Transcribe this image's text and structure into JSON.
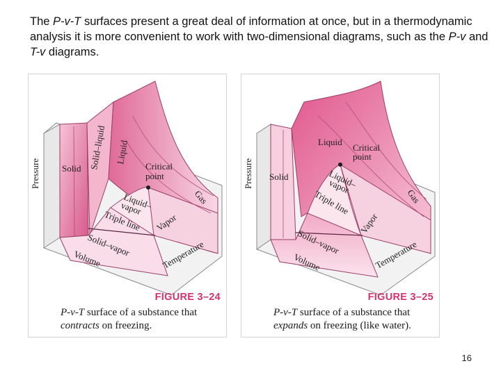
{
  "slide": {
    "intro": {
      "t1": "The ",
      "t2": "P-v-T",
      "t3": " surfaces present a great deal of information at once, but in a thermodynamic analysis it is more convenient to work with two-dimensional diagrams, such as the ",
      "t4": "P-v",
      "t5": " and ",
      "t6": "T-v",
      "t7": " diagrams."
    },
    "page_number": "16"
  },
  "figures": [
    {
      "number": "FIGURE 3–24",
      "caption": {
        "c1": "P-v-T",
        "c2": " surface of a substance that ",
        "c3": "contracts",
        "c4": " on freezing."
      },
      "labels": {
        "pressure": "Pressure",
        "solid": "Solid",
        "solid_liquid": "Solid–liquid",
        "liquid": "Liquid",
        "critical_1": "Critical",
        "critical_2": "point",
        "gas": "Gas",
        "liquid_vapor_1": "Liquid–",
        "liquid_vapor_2": "vapor",
        "triple_line": "Triple line",
        "vapor": "Vapor",
        "solid_vapor": "Solid–vapor",
        "volume": "Volume",
        "temperature": "Temperature"
      }
    },
    {
      "number": "FIGURE 3–25",
      "caption": {
        "c1": "P-v-T",
        "c2": " surface of a substance that ",
        "c3": "expands",
        "c4": " on freezing (like water)."
      },
      "labels": {
        "pressure": "Pressure",
        "liquid": "Liquid",
        "critical_1": "Critical",
        "critical_2": "point",
        "solid": "Solid",
        "liquid_vapor_1": "Liquid–",
        "liquid_vapor_2": "vapor",
        "triple_line": "Triple line",
        "gas": "Gas",
        "vapor": "Vapor",
        "solid_vapor": "Solid–vapor",
        "volume": "Volume",
        "temperature": "Temperature"
      }
    }
  ]
}
